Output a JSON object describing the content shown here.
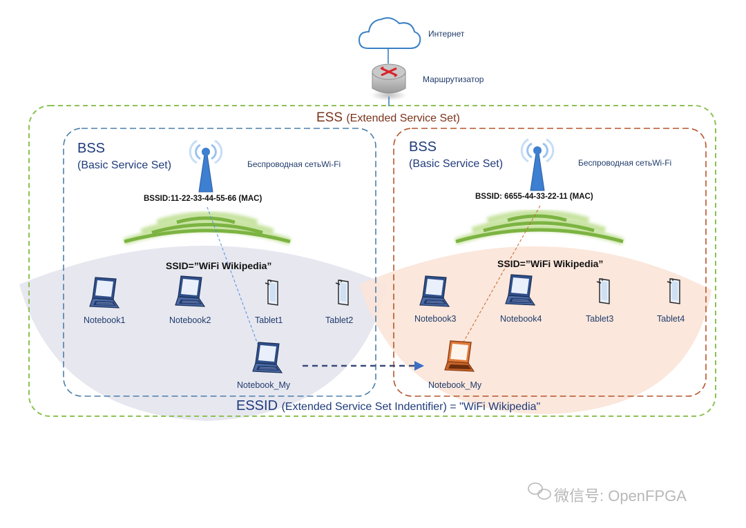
{
  "labels": {
    "internet": "Интернет",
    "router": "Маршрутизатор",
    "ess": "ESS",
    "ess_full": "(Extended Service Set)",
    "essid": "ESSID",
    "essid_full": "(Extended Service Set Indentifier) = \"WiFi Wikipedia\"",
    "watermark": "微信号: OpenFPGA"
  },
  "bss": [
    {
      "title": "BSS",
      "subtitle": "(Basic Service Set)",
      "network": "Беспроводная сетьWi-Fi",
      "bssid": "BSSID:11-22-33-44-55-66 (MAC)",
      "ssid": "SSID=”WiFi Wikipedia”",
      "devices": [
        "Notebook1",
        "Notebook2",
        "Tablet1",
        "Tablet2"
      ],
      "roaming": "Notebook_My"
    },
    {
      "title": "BSS",
      "subtitle": "(Basic Service Set)",
      "network": "Беспроводная сетьWi-Fi",
      "bssid": "BSSID: 6655-44-33-22-11 (MAC)",
      "ssid": "SSID=”WiFi Wikipedia”",
      "devices": [
        "Notebook3",
        "Notebook4",
        "Tablet3",
        "Tablet4"
      ],
      "roaming": "Notebook_My"
    }
  ],
  "colors": {
    "ess_border": "#8cc152",
    "bss1_border": "#4a7ea8",
    "bss2_border": "#b5532a",
    "coverage1": "#e4e4ee",
    "coverage2": "#fbe4d8",
    "signal": "#7cb342",
    "ap": "#3d7fd0"
  }
}
